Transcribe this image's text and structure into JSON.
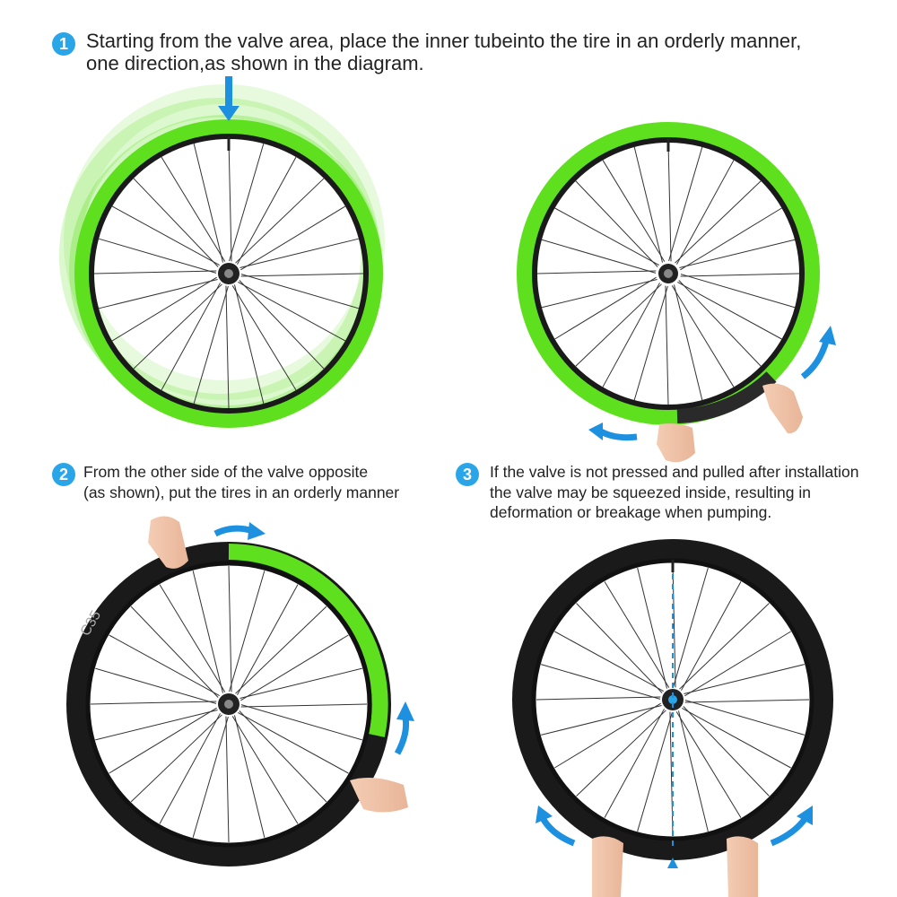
{
  "steps": [
    {
      "number": "1",
      "lines": [
        "Starting from the valve area, place the inner tubeinto the tire in an orderly manner,",
        "one direction,as shown in the diagram."
      ]
    },
    {
      "number": "2",
      "lines": [
        "From the other side of the valve opposite",
        "(as shown), put the tires in an orderly manner"
      ]
    },
    {
      "number": "3",
      "lines": [
        "If the valve is not pressed and pulled after installation",
        "the valve may be squeezed inside, resulting in",
        "deformation or breakage when pumping."
      ]
    }
  ],
  "colors": {
    "badge": "#2aa6e8",
    "tube_green": "#5fe01e",
    "arrow_blue": "#1e90e0",
    "tire_black": "#1a1a1a"
  },
  "tire_label": "C35"
}
